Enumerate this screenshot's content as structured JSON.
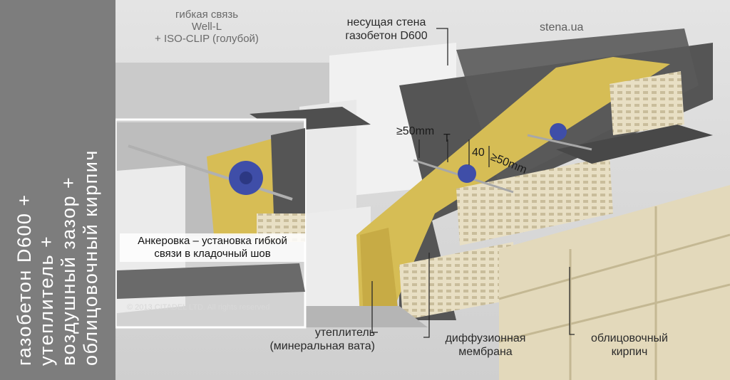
{
  "title_lines": [
    "газобетон D600 +",
    "утеплитель +",
    "воздушный зазор +",
    "облицовочный кирпич"
  ],
  "site": "stena.ua",
  "labels": {
    "tie_line1": "гибкая связь",
    "tie_line2": "Well-L",
    "tie_line3": "+ ISO-CLIP (голубой)",
    "wall_line1": "несущая стена",
    "wall_line2": "газобетон D600",
    "insulation_line1": "утеплитель",
    "insulation_line2": "(минеральная вата)",
    "membrane_line1": "диффузионная",
    "membrane_line2": "мембрана",
    "brick_line1": "облицовочный",
    "brick_line2": "кирпич"
  },
  "dimensions": {
    "d1": "≥50mm",
    "d2": "T",
    "d3": "40",
    "d4": "≥50mm"
  },
  "inset": {
    "caption_line1": "Анкеровка – установка гибкой",
    "caption_line2": "связи в кладочный шов"
  },
  "copyright": "© 2013 CITADEL LTD. All rights reserved",
  "colors": {
    "sidebar": "#7d7d7d",
    "insulation": "#d9c15a",
    "brick": "#e6dcbf",
    "membrane": "#4a4a4a",
    "clip": "#3f4ea8"
  }
}
